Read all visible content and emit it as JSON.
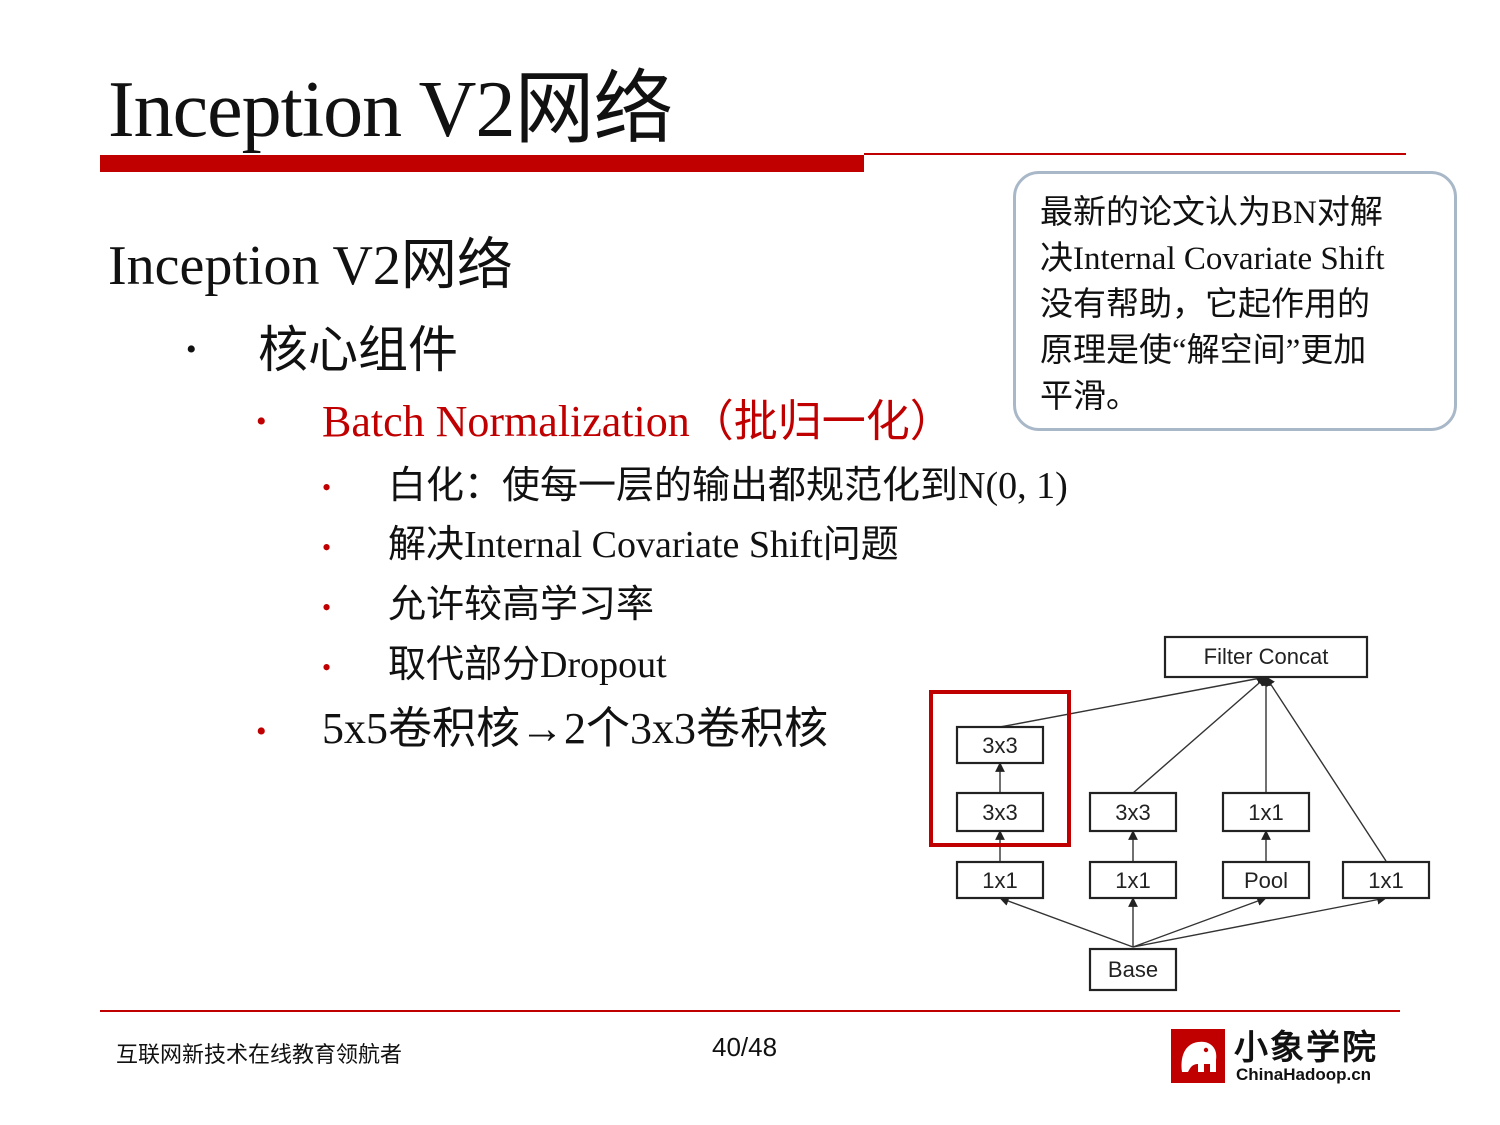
{
  "title": "Inception V2网络",
  "heading": "Inception V2网络",
  "bullet_glyph": "•",
  "level1": "核心组件",
  "level2_bn": "Batch Normalization（批归一化）",
  "level3_items": [
    "白化：使每一层的输出都规范化到N(0, 1)",
    "解决Internal Covariate Shift问题",
    "允许较高学习率",
    "取代部分Dropout"
  ],
  "level2_conv": "5x5卷积核→2个3x3卷积核",
  "callout_lines": [
    "最新的论文认为BN对解",
    "决Internal Covariate Shift",
    "没有帮助，它起作用的",
    "原理是使“解空间”更加",
    "平滑。"
  ],
  "diagram": {
    "filter_concat": "Filter Concat",
    "base": "Base",
    "branch1_top": "3x3",
    "branch1_mid": "3x3",
    "branch1_bottom": "1x1",
    "branch2_mid": "3x3",
    "branch2_bottom": "1x1",
    "branch3_mid": "1x1",
    "branch3_bottom": "Pool",
    "branch4_bottom": "1x1",
    "highlight_color": "#c00000"
  },
  "footer": {
    "slogan": "互联网新技术在线教育领航者",
    "page_number": "40/48",
    "logo_name": "小象学院",
    "logo_domain": "ChinaHadoop.cn"
  },
  "colors": {
    "accent": "#c00000",
    "callout_border": "#a9b8c8"
  }
}
